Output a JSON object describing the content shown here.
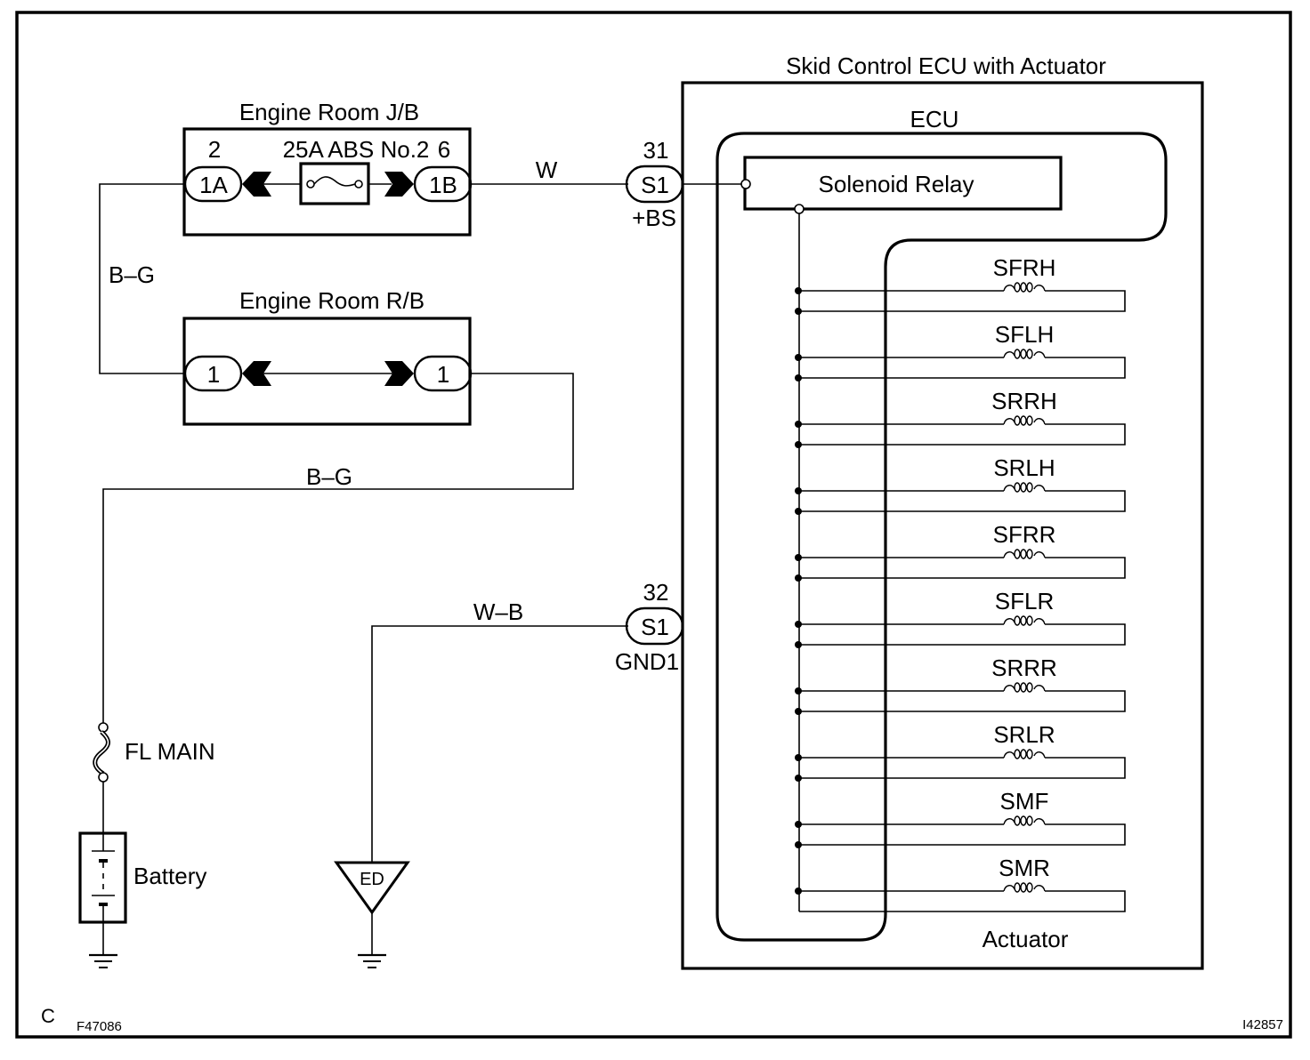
{
  "figure_code_left": "C",
  "figure_id_left": "F47086",
  "figure_id_right": "I42857",
  "engine_room_jb": {
    "title": "Engine Room J/B",
    "pin_left_number": "2",
    "pin_left_connector": "1A",
    "fuse_label": "25A ABS No.2",
    "pin_right_number": "6",
    "pin_right_connector": "1B"
  },
  "engine_room_rb": {
    "title": "Engine Room R/B",
    "pin_left_connector": "1",
    "pin_right_connector": "1"
  },
  "wires": {
    "jb_to_rb": "B–G",
    "rb_to_battery": "B–G",
    "jb_to_ecu": "W",
    "ground": "W–B"
  },
  "fl_main": {
    "label": "FL MAIN"
  },
  "battery": {
    "label": "Battery"
  },
  "ground_point": {
    "label": "ED"
  },
  "ecu_terminals": [
    {
      "pin": "31",
      "connector": "S1",
      "name": "+BS"
    },
    {
      "pin": "32",
      "connector": "S1",
      "name": "GND1"
    }
  ],
  "skid_control": {
    "title": "Skid Control ECU with Actuator",
    "ecu_label": "ECU",
    "relay_label": "Solenoid Relay",
    "actuator_label": "Actuator",
    "solenoids": [
      "SFRH",
      "SFLH",
      "SRRH",
      "SRLH",
      "SFRR",
      "SFLR",
      "SRRR",
      "SRLR",
      "SMF",
      "SMR"
    ]
  }
}
